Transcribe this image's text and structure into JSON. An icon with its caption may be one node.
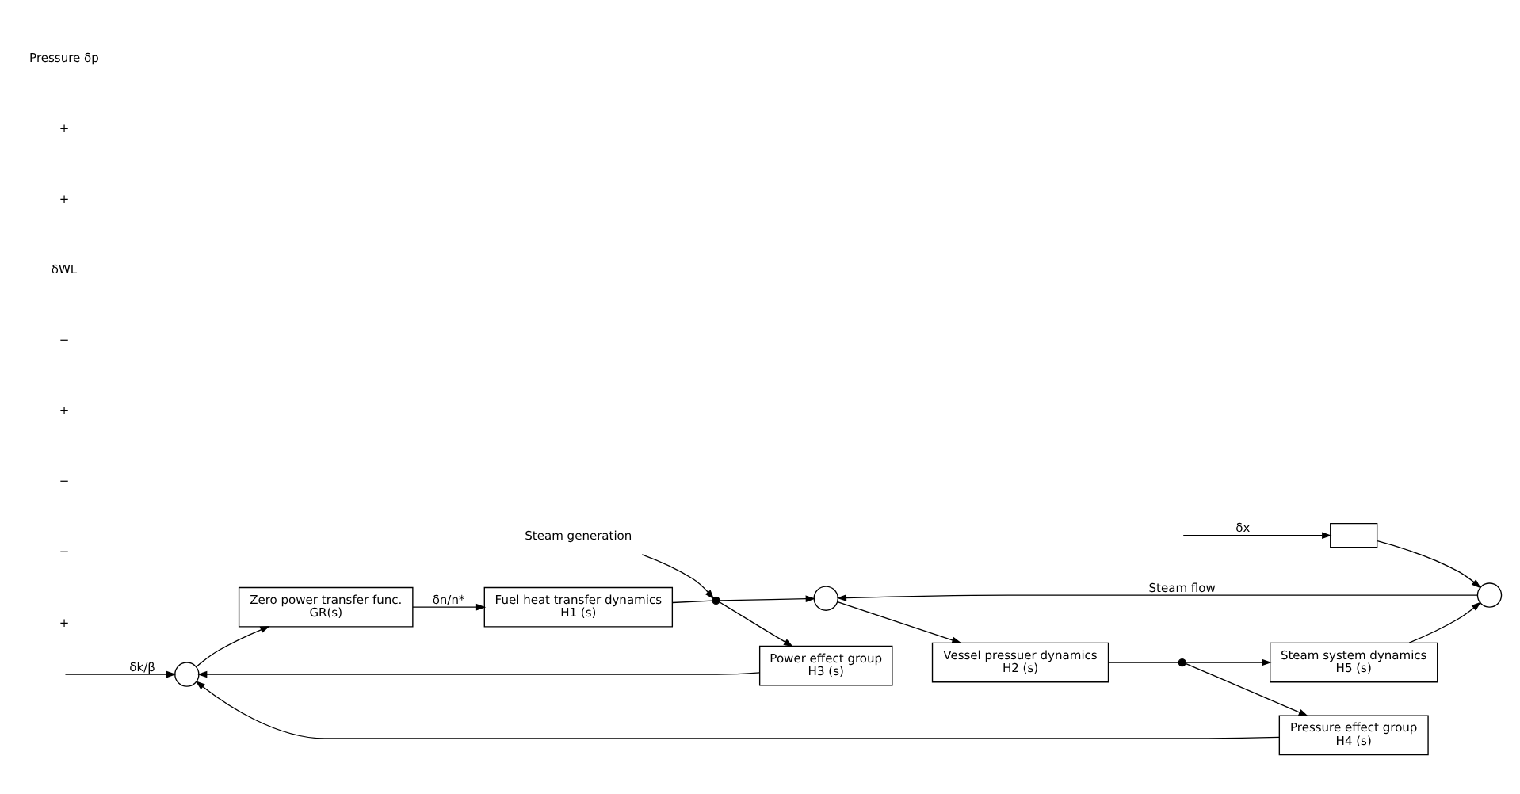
{
  "diagram": {
    "nodes": [
      {
        "text": [],
        "shape": "circle"
      },
      {
        "text": [
          "Zero power transfer func.",
          "GR(s)"
        ]
      },
      {
        "text": [
          "Fuel heat transfer dynamics",
          "H1 (s)"
        ]
      },
      {
        "text": [],
        "shape": "dot"
      },
      {
        "text": [],
        "shape": "circle"
      },
      {
        "text": [],
        "shape": "circle"
      },
      {
        "text": [],
        "shape": "box"
      },
      {
        "text": [
          "Steam system dynamics",
          "H5 (s)"
        ]
      },
      {
        "text": [
          "Power effect group",
          "H3 (s)"
        ]
      },
      {
        "text": [
          "Vessel pressuer dynamics",
          "H2 (s)"
        ]
      },
      {
        "text": [],
        "shape": "dot"
      },
      {
        "text": [
          "Pressure effect group",
          "H4 (s)"
        ]
      },
      {
        "text": [
          "Steam generation"
        ]
      }
    ],
    "edges": [
      {
        "from": null,
        "to": 0,
        "arrow": "to",
        "label": "δk/β"
      },
      {
        "from": 0,
        "to": 1,
        "arrow": "to"
      },
      {
        "from": 1,
        "to": 2,
        "arrow": "to",
        "label": "δn/n*"
      },
      {
        "from": 2,
        "to": 3,
        "arrow": "none"
      },
      {
        "from": 3,
        "to": 4,
        "arrow": "to"
      },
      {
        "from": 5,
        "to": 4,
        "arrow": "to",
        "label": "Steam flow"
      },
      {
        "from": 6,
        "to": 5,
        "arrow": "to"
      },
      {
        "from": null,
        "to": 6,
        "arrow": "to",
        "label": "δx"
      },
      {
        "from": 7,
        "to": 5,
        "arrow": "to"
      },
      {
        "from": 4,
        "to": 9,
        "arrow": "to"
      },
      {
        "from": 3,
        "to": 8,
        "arrow": "to"
      },
      {
        "from": 8,
        "to": 0,
        "arrow": "to"
      },
      {
        "from": 9,
        "to": 10,
        "arrow": "none"
      },
      {
        "from": 10,
        "to": 11,
        "arrow": "to"
      },
      {
        "from": 10,
        "to": 7,
        "arrow": "to"
      },
      {
        "from": 11,
        "to": 0,
        "arrow": "to"
      },
      {
        "from": 12,
        "to": 3,
        "arrow": "to"
      }
    ],
    "labels": [
      "+",
      "−",
      "−",
      "+",
      "−",
      "δWL",
      "+",
      "+",
      "Pressure δp"
    ]
  }
}
